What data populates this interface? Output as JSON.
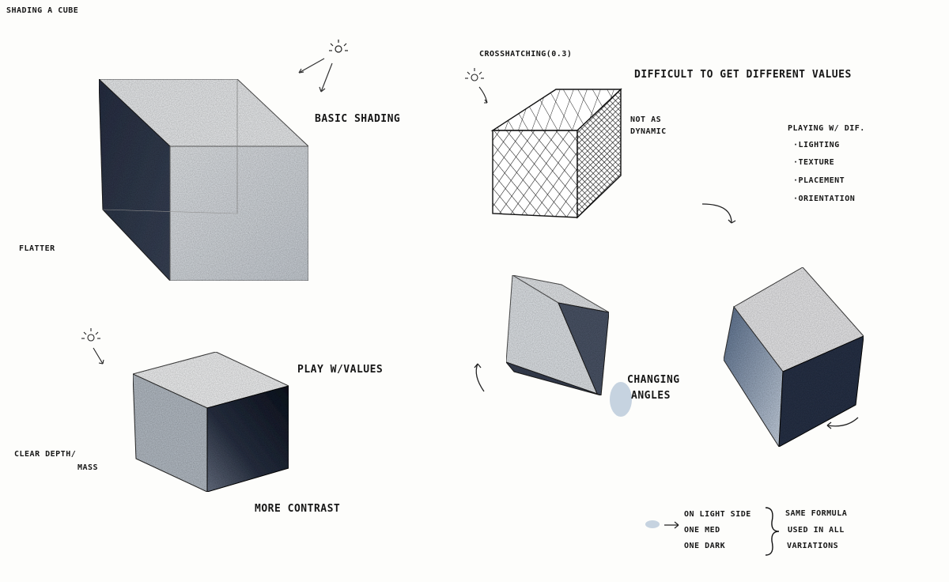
{
  "page_title": "SHADING A CUBE",
  "annotations": {
    "basic_shading": "BASIC SHADING",
    "flatter": "FLATTER",
    "crosshatching": "CROSSHATCHING(0.3)",
    "difficult": "DIFFICULT TO GET DIFFERENT VALUES",
    "not_as": "NOT AS",
    "dynamic": "DYNAMIC",
    "playing_with_dif": "PLAYING W/ DIF.",
    "lighting": "·LIGHTING",
    "texture": "·TEXTURE",
    "placement": "·PLACEMENT",
    "orientation": "·ORIENTATION",
    "play_with_values": "PLAY W/VALUES",
    "clear_depth": "CLEAR DEPTH/",
    "mass": "MASS",
    "more_contrast": "MORE CONTRAST",
    "changing": "CHANGING",
    "angles": "ANGLES",
    "one_light_side": "ON LIGHT SIDE",
    "one_med": "ONE MED",
    "one_dark": "ONE DARK",
    "same_formula": "SAME FORMULA",
    "used_in_all": "USED IN ALL",
    "variations": "VARIATIONS"
  },
  "colors": {
    "paper": "#fdfdfb",
    "pencil_dark": "#1a2030",
    "pencil_mid": "#4a5468",
    "pencil_light": "#d8dde4",
    "blue_tint": "#b8c8da"
  },
  "icons": [
    "sun-icon",
    "arrow-icon",
    "brace-icon"
  ]
}
